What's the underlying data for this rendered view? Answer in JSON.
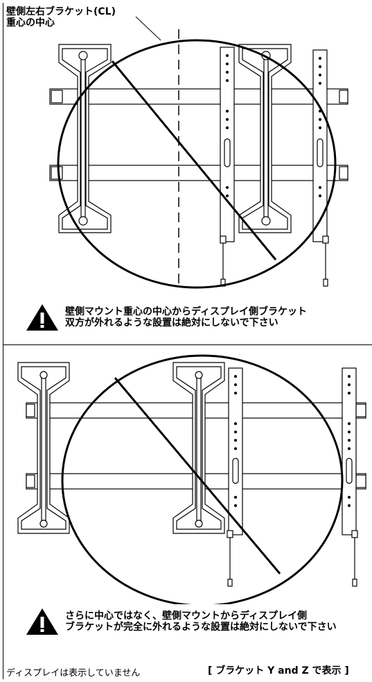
{
  "title": {
    "line1": "壁側左右ブラケット(CL)",
    "line2": "重心の中心"
  },
  "warnings": [
    {
      "icon": "warning-triangle-icon",
      "line1": "壁側マウント重心の中心からディスプレイ側ブラケット",
      "line2": "双方が外れるような設置は絶対にしないで下さい"
    },
    {
      "icon": "warning-triangle-icon",
      "line1": "さらに中心ではなく、壁側マウントからディスプレイ側",
      "line2": "ブラケットが完全に外れるような設置は絶対にしないで下さい"
    }
  ],
  "footer": {
    "note": "ディスプレイは表示していません",
    "caption": "[ ブラケット Y and Z  で表示 ]"
  }
}
